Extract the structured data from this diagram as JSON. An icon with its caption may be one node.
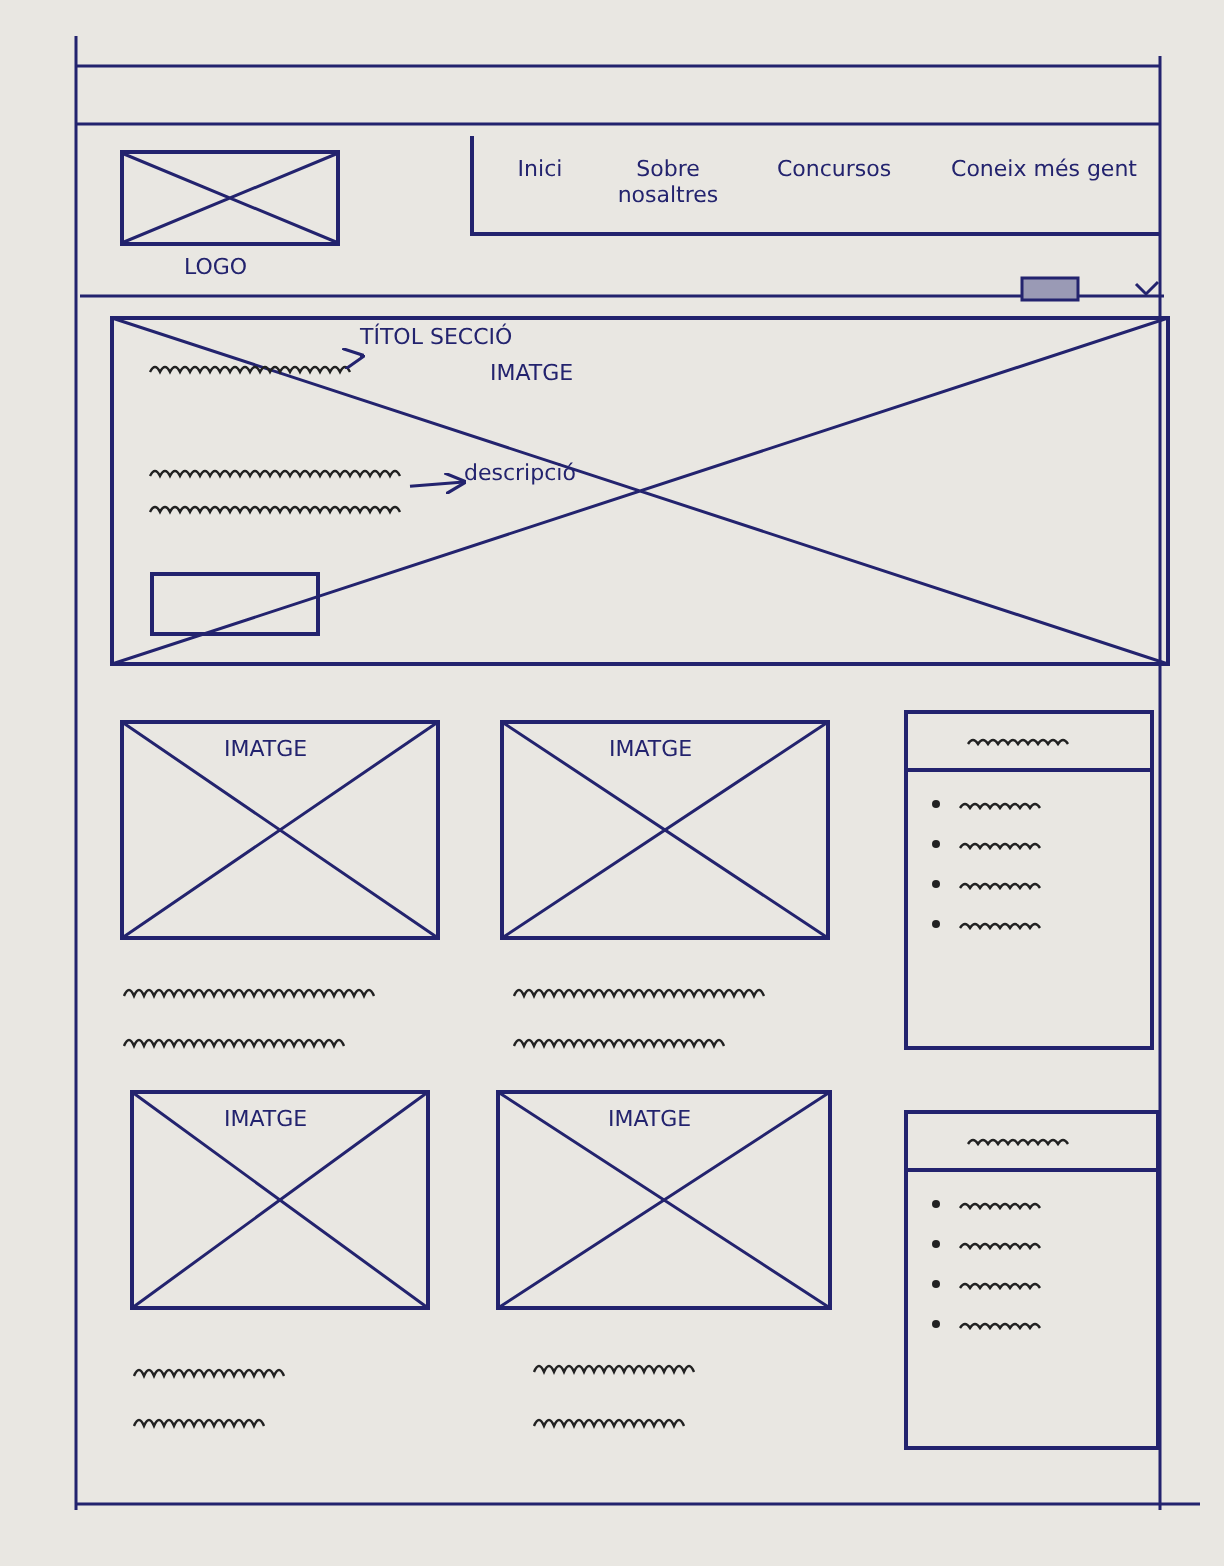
{
  "diagram": {
    "nodes": [
      {
        "text": [
          "LOGO"
        ]
      },
      {
        "text": [
          "Inici",
          "Sobre nosaltres",
          "Concursos",
          "Coneix més gent"
        ]
      },
      {
        "text": [
          "IMATGE"
        ]
      },
      {
        "text": [
          "TÍTOL SECCIÓ"
        ],
        "in": 2
      },
      {
        "text": [],
        "shape": "scribble",
        "in": 2
      },
      {
        "text": [
          "descripció"
        ],
        "in": 2
      },
      {
        "text": [],
        "shape": "scribble",
        "in": 2
      },
      {
        "text": [],
        "shape": "box",
        "in": 2
      },
      {
        "text": [
          "IMATGE"
        ]
      },
      {
        "text": [
          "IMATGE"
        ]
      },
      {
        "text": [
          "IMATGE"
        ]
      },
      {
        "text": [
          "IMATGE"
        ]
      },
      {
        "text": [],
        "shape": "box"
      },
      {
        "text": [],
        "shape": "box"
      }
    ],
    "edges": [
      {
        "from": 4,
        "to": 3,
        "arrow": "to"
      },
      {
        "from": 6,
        "to": 5,
        "arrow": "to"
      }
    ]
  }
}
